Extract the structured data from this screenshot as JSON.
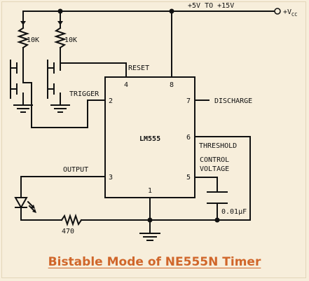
{
  "supply": {
    "range": "+5V TO +15V",
    "vcc_prefix": "+V",
    "vcc_sub": "CC"
  },
  "chip": {
    "name": "LM555",
    "pins": {
      "p1": "1",
      "p2": "2",
      "p3": "3",
      "p4": "4",
      "p5": "5",
      "p6": "6",
      "p7": "7",
      "p8": "8"
    },
    "signals": {
      "reset": "RESET",
      "trigger": "TRIGGER",
      "discharge": "DISCHARGE",
      "threshold": "THRESHOLD",
      "control": "CONTROL",
      "voltage": "VOLTAGE",
      "output": "OUTPUT"
    }
  },
  "components": {
    "r_left": "10K",
    "r_right": "10K",
    "r_led": "470",
    "cap": "0.01μF"
  },
  "caption": "Bistable Mode of NE555N Timer"
}
